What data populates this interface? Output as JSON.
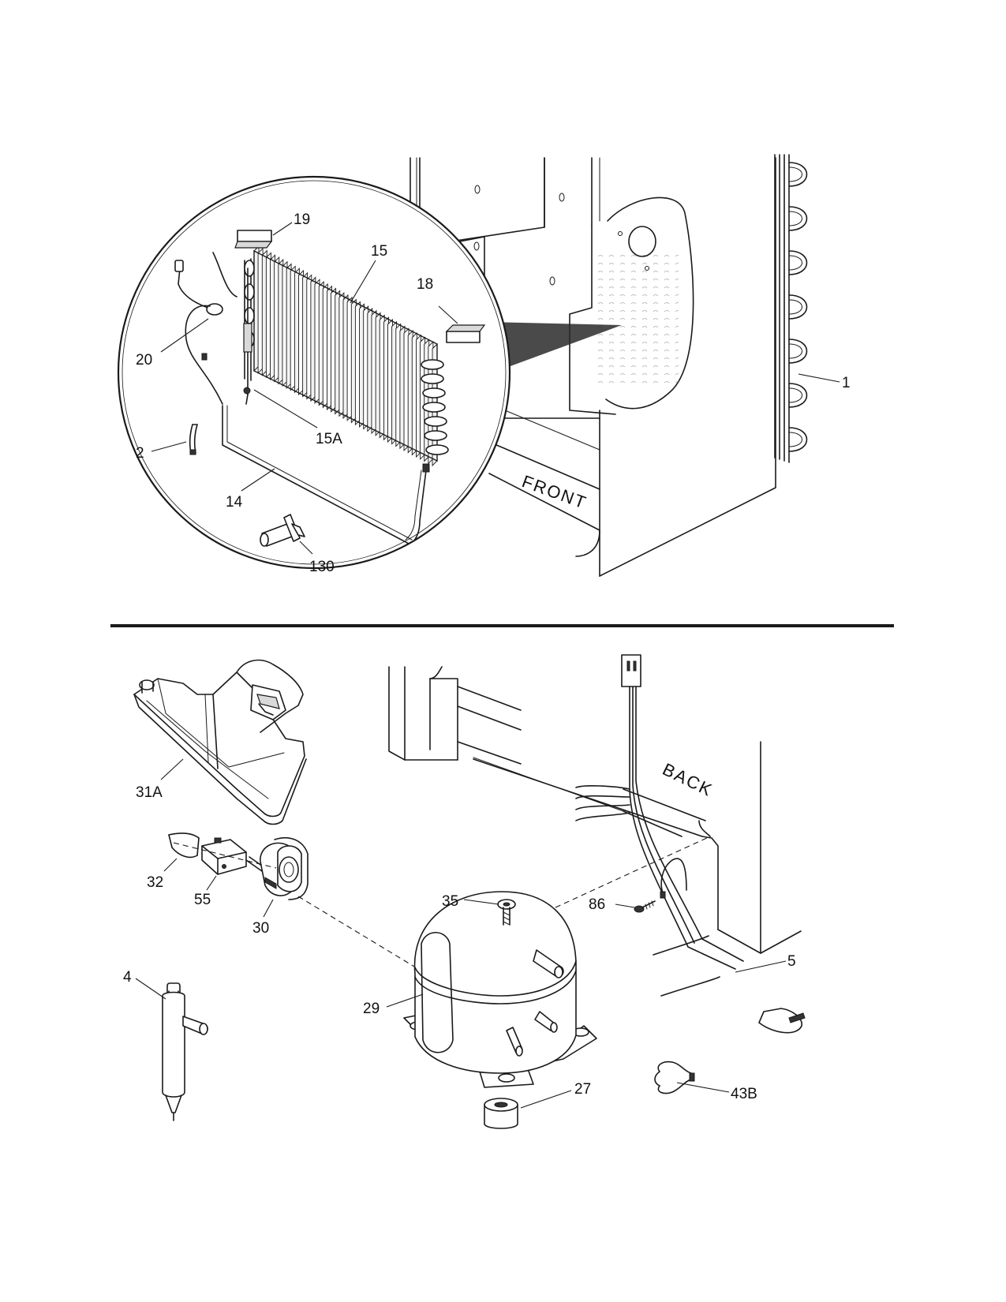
{
  "labels": {
    "p19": "19",
    "p15": "15",
    "p18": "18",
    "p20": "20",
    "p15A": "15A",
    "p2": "2",
    "p14": "14",
    "p130": "130",
    "p1": "1",
    "p31A": "31A",
    "p32": "32",
    "p55": "55",
    "p30": "30",
    "p35": "35",
    "p86": "86",
    "p5": "5",
    "p29": "29",
    "p4": "4",
    "p27": "27",
    "p43B": "43B"
  },
  "orientation": {
    "front": "FRONT",
    "back": "BACK"
  }
}
